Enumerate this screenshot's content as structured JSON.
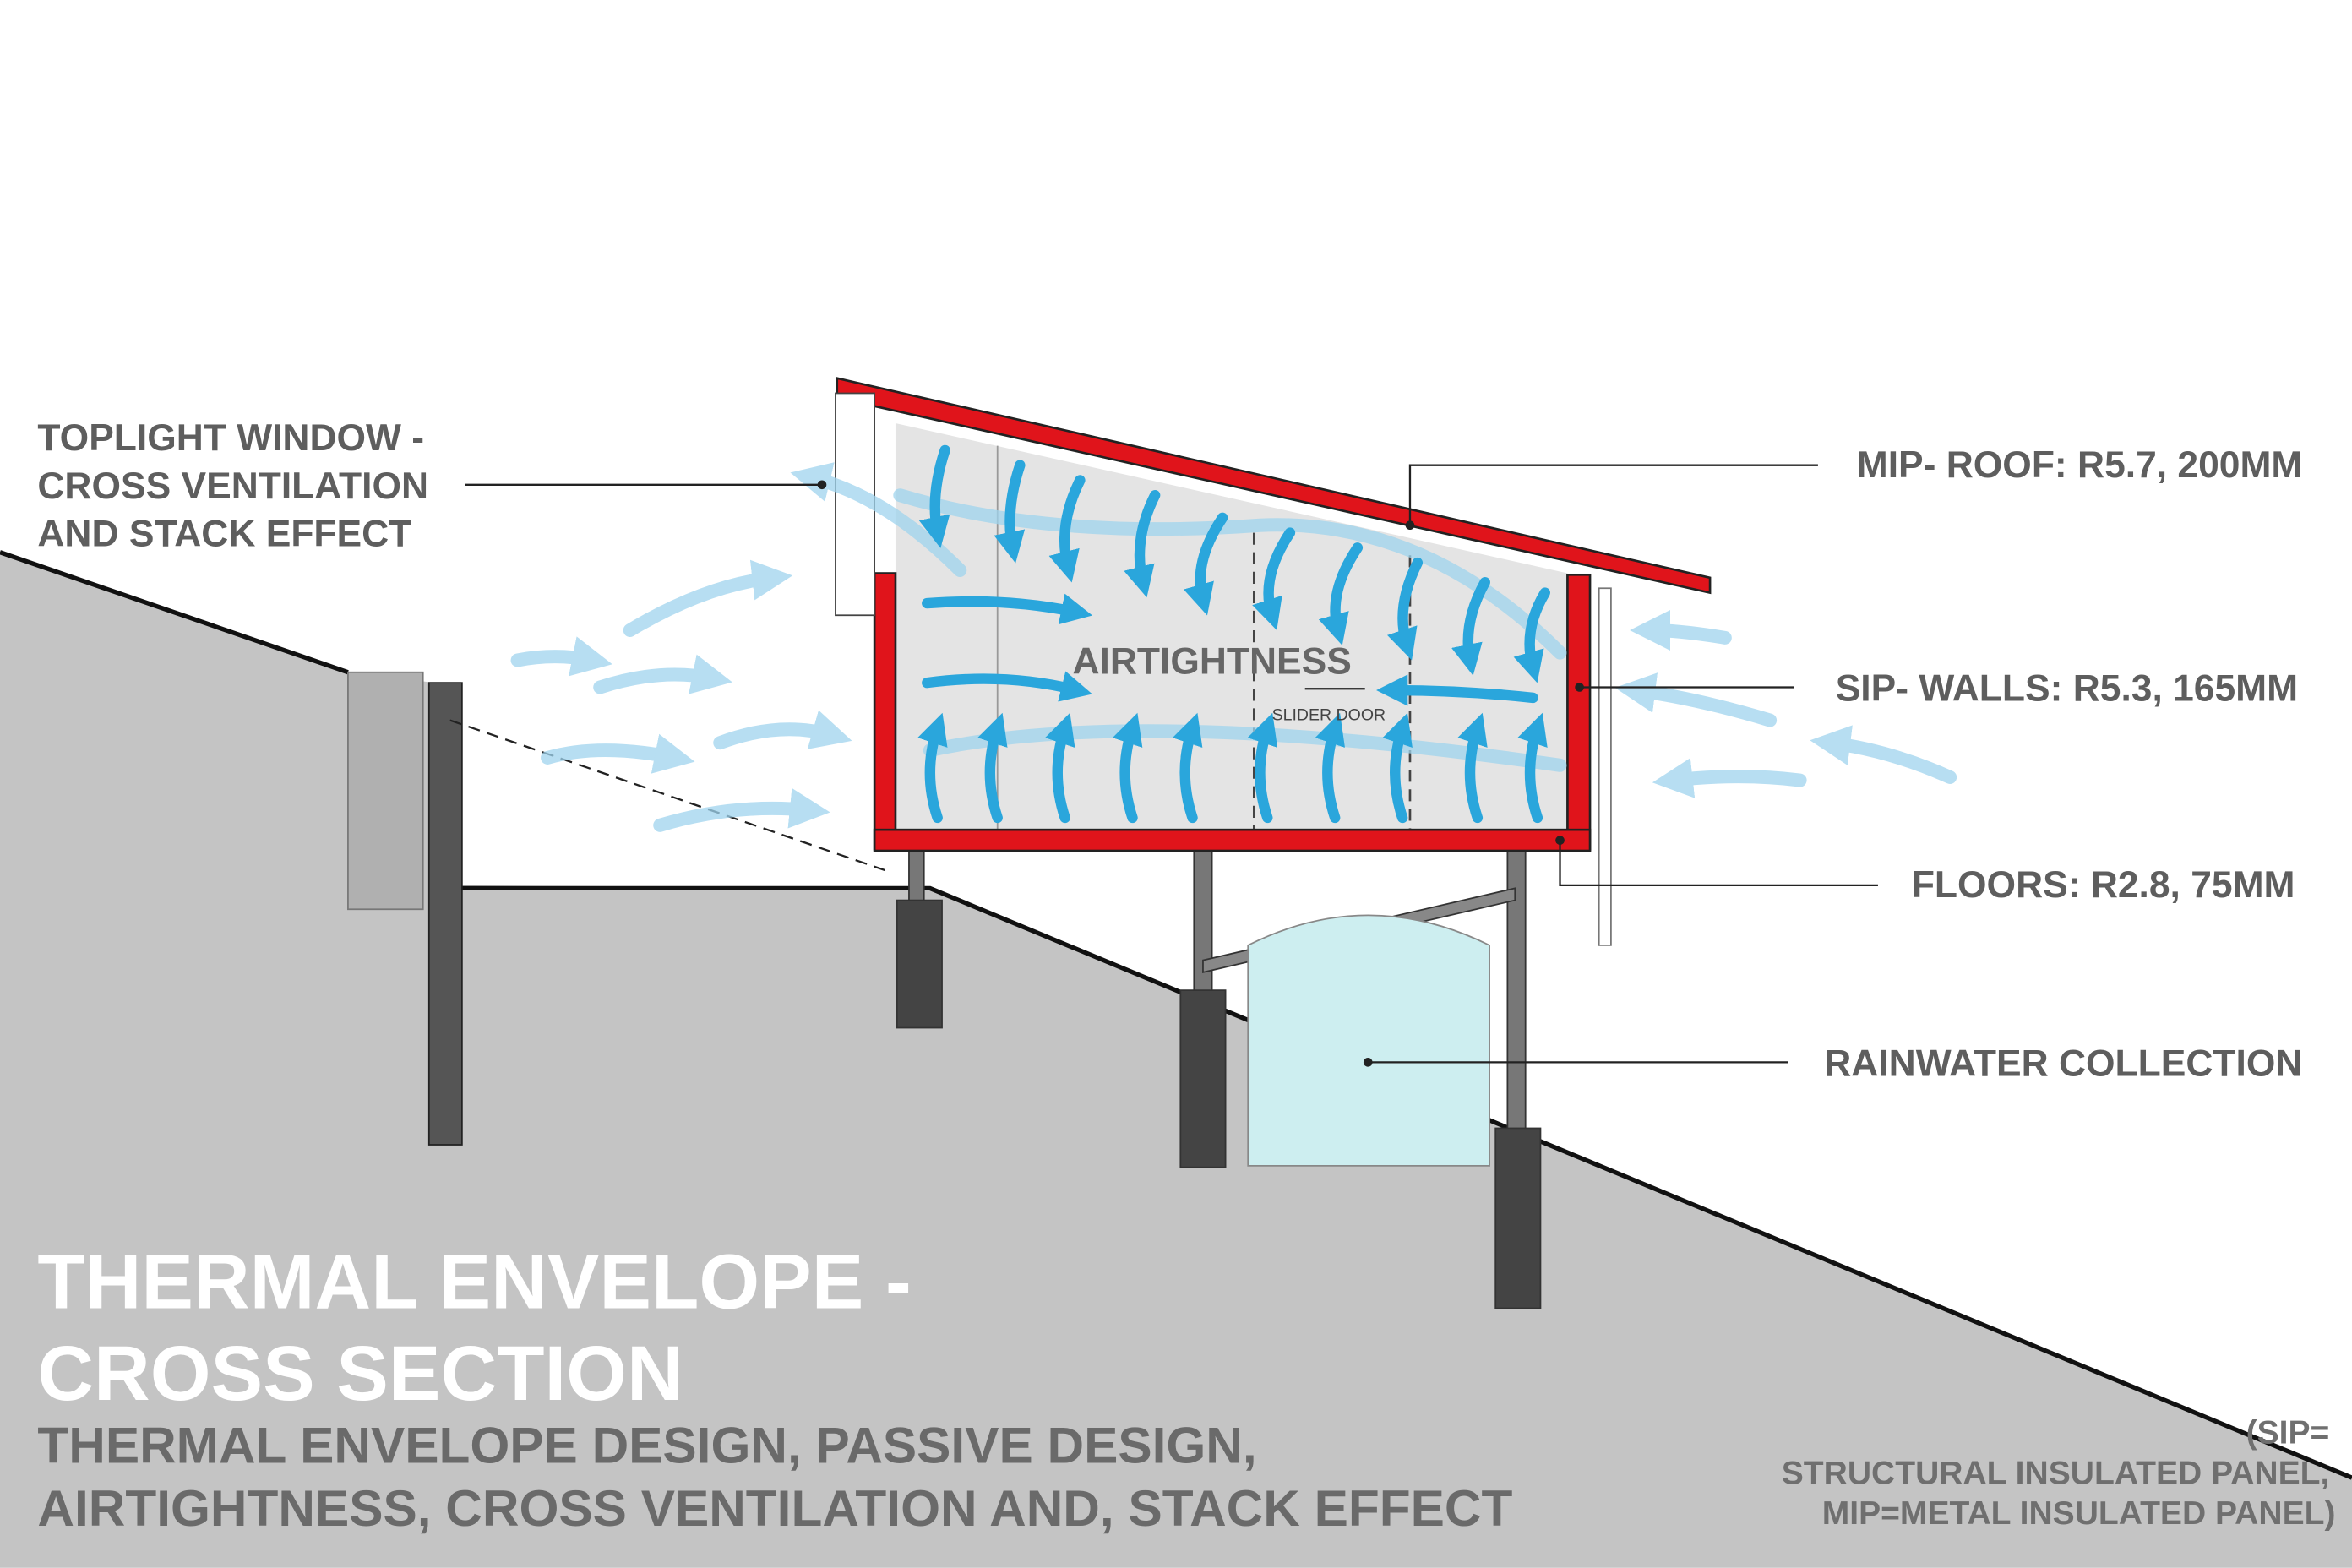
{
  "labels": {
    "toplight": [
      "TOPLIGHT WINDOW -",
      "CROSS VENTILATION",
      "AND STACK EFFECT"
    ],
    "roof": "MIP- ROOF: R5.7, 200MM",
    "walls": "SIP- WALLS: R5.3, 165MM",
    "floors": "FLOORS: R2.8, 75MM",
    "rainwater": "RAINWATER COLLECTION",
    "airtightness": "AIRTIGHTNESS",
    "slider_door": "SLIDER  DOOR"
  },
  "title": {
    "line1": "THERMAL ENVELOPE -",
    "line2": "CROSS SECTION",
    "sub1": "THERMAL ENVELOPE DESIGN, PASSIVE DESIGN,",
    "sub2": "AIRTIGHTNESS, CROSS VENTILATION AND, STACK EFFECT"
  },
  "note": {
    "line1": "(SIP=",
    "line2": "STRUCTURAL INSULATED PANEL,",
    "line3": "MIP=METAL INSULATED PANEL)"
  },
  "colors": {
    "envelope": "#e0141b",
    "air": "#2aa6dc",
    "ground": "#c4c4c4",
    "tank": "#cdeef0"
  }
}
